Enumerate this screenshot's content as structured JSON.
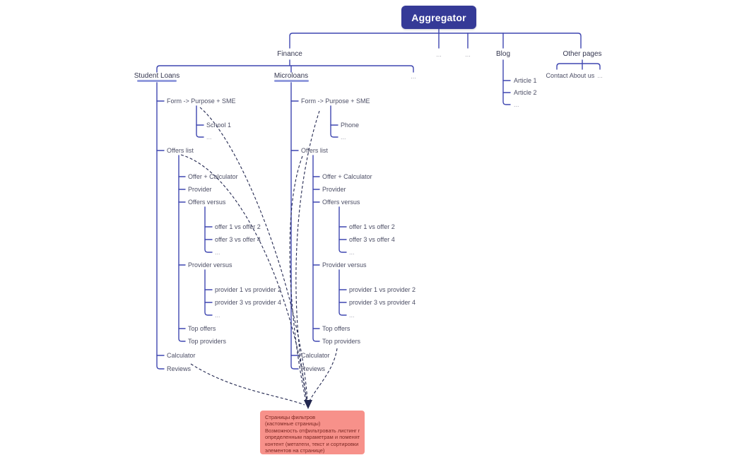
{
  "root": {
    "label": "Aggregator"
  },
  "top": {
    "finance": "Finance",
    "dots_a": "...",
    "dots_b": "...",
    "blog": "Blog",
    "other_pages": "Other pages"
  },
  "finance": {
    "dots": "...",
    "student_loans": {
      "title": "Student Loans",
      "form": "Form -> Purpose + SME",
      "form_children": [
        "School 1",
        "..."
      ],
      "offers_list": "Offers list",
      "offers": {
        "offer_calculator": "Offer + Calculator",
        "provider": "Provider",
        "offers_versus": "Offers versus",
        "offers_versus_children": [
          "offer 1 vs offer 2",
          "offer 3 vs offer 4",
          "..."
        ],
        "provider_versus": "Provider versus",
        "provider_versus_children": [
          "provider 1 vs provider 2",
          "provider 3 vs provider 4",
          "..."
        ],
        "top_offers": "Top offers",
        "top_providers": "Top providers"
      },
      "calculator": "Calculator",
      "reviews": "Reviews"
    },
    "microloans": {
      "title": "Microloans",
      "form": "Form -> Purpose + SME",
      "form_children": [
        "Phone",
        "..."
      ],
      "offers_list": "Offers list",
      "offers": {
        "offer_calculator": "Offer + Calculator",
        "provider": "Provider",
        "offers_versus": "Offers versus",
        "offers_versus_children": [
          "offer 1 vs offer 2",
          "offer 3 vs offer 4",
          "..."
        ],
        "provider_versus": "Provider versus",
        "provider_versus_children": [
          "provider 1 vs provider 2",
          "provider 3 vs provider 4",
          "..."
        ],
        "top_offers": "Top offers",
        "top_providers": "Top providers"
      },
      "calculator": "Calculator",
      "reviews": "Reviews"
    }
  },
  "blog": {
    "articles": [
      "Article 1",
      "Article 2",
      "..."
    ]
  },
  "other_pages": {
    "items": [
      "Contact",
      "About us",
      "..."
    ]
  },
  "note": {
    "lines": [
      "Страницы фильтров",
      "(кастомные страницы)",
      "Возможность отфильтровать листинг по",
      "определенным параметрам и поменять",
      "контент (метатеги, текст и сортировки",
      "элементов на странице)"
    ]
  },
  "colors": {
    "accent": "#353a97",
    "tree_line": "#3e46b0",
    "dashed_line": "#232850",
    "note_bg": "#f7918a",
    "note_text": "#7c2823",
    "page_underline": "#939cdd"
  }
}
